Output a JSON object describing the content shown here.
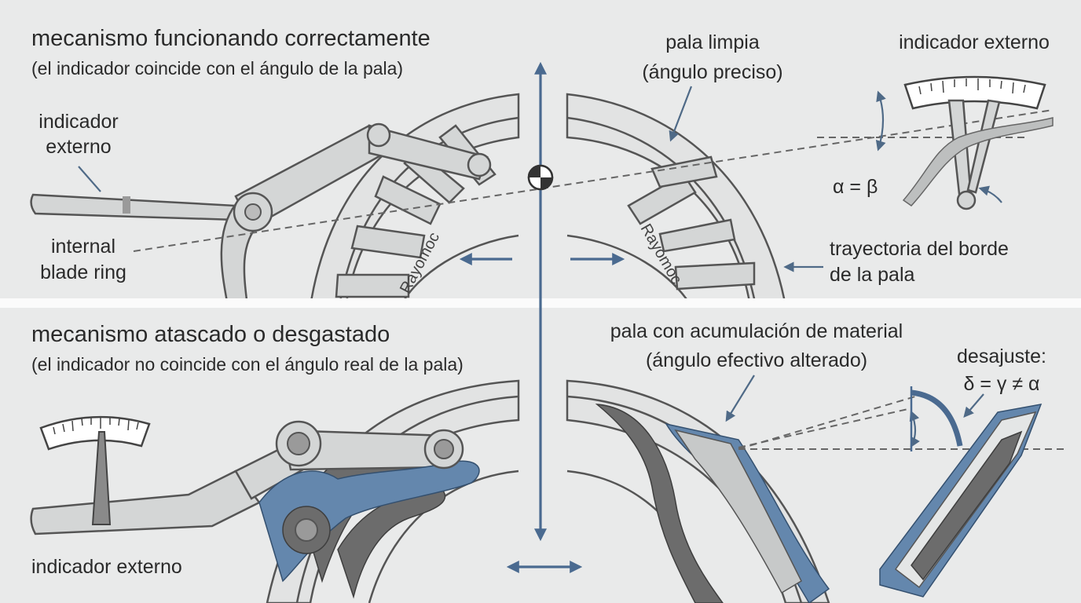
{
  "top_panel": {
    "title": "mecanismo funcionando correctamente",
    "subtitle": "(el indicador coincide con el ángulo de la pala)",
    "labels": {
      "external_indicator_line1": "indicador",
      "external_indicator_line2": "externo",
      "internal_ring_line1": "internal",
      "internal_ring_line2": "blade ring",
      "clean_blade_line1": "pala limpia",
      "clean_blade_line2": "(ángulo preciso)",
      "gauge_title": "indicador externo",
      "equation": "α = β",
      "trajectory_line1": "trayectoria del borde",
      "trajectory_line2": "de la pala"
    },
    "brand_left": "Rayomoc",
    "brand_right": "Rayomoc"
  },
  "bottom_panel": {
    "title": "mecanismo atascado o desgastado",
    "subtitle": "(el indicador no coincide con el ángulo real de la pala)",
    "labels": {
      "external_indicator": "indicador externo",
      "buildup_line1": "pala con acumulación de material",
      "buildup_line2": "(ángulo efectivo alterado)",
      "misalign_line1": "desajuste:",
      "misalign_line2": "δ = γ ≠ α"
    }
  },
  "colors": {
    "background": "#e9eaea",
    "accent_blue": "#4a6a90",
    "material_blue": "#6487ad",
    "debris_gray": "#6c6c6c"
  }
}
